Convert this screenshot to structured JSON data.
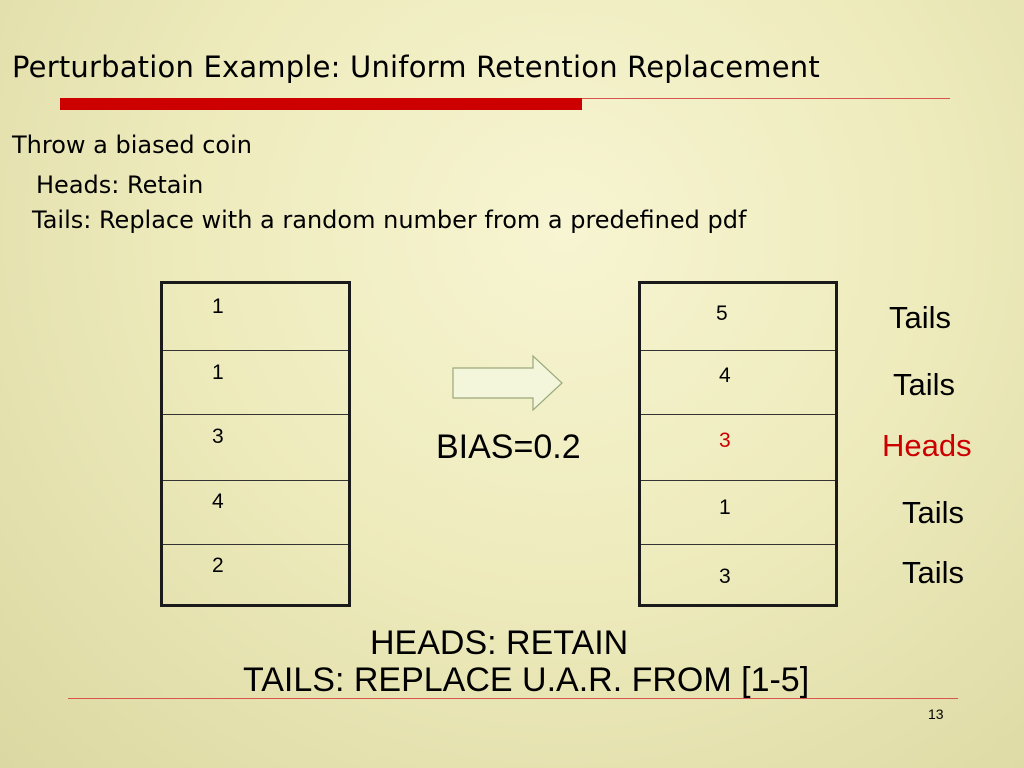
{
  "slide": {
    "title": "Perturbation Example: Uniform Retention Replacement",
    "bullets": [
      "Throw a biased coin",
      "Heads: Retain",
      "Tails: Replace with a random number from a predefined pdf"
    ],
    "original_values": [
      "1",
      "1",
      "3",
      "4",
      "2"
    ],
    "perturbed_values": [
      "5",
      "4",
      "3",
      "1",
      "3"
    ],
    "outcomes": [
      "Tails",
      "Tails",
      "Heads",
      "Tails",
      "Tails"
    ],
    "bias_label": "BIAS=0.2",
    "heads_rule": "HEADS: RETAIN",
    "tails_rule": "TAILS: REPLACE U.A.R. FROM [1-5]",
    "page_number": "13"
  },
  "colors": {
    "accent_red": "#cc0000",
    "heads_text": "#cc0000",
    "arrow_fill": "#f4f6dc",
    "arrow_stroke": "#9aa87a"
  },
  "icons": {
    "arrow": "right-arrow-icon"
  }
}
